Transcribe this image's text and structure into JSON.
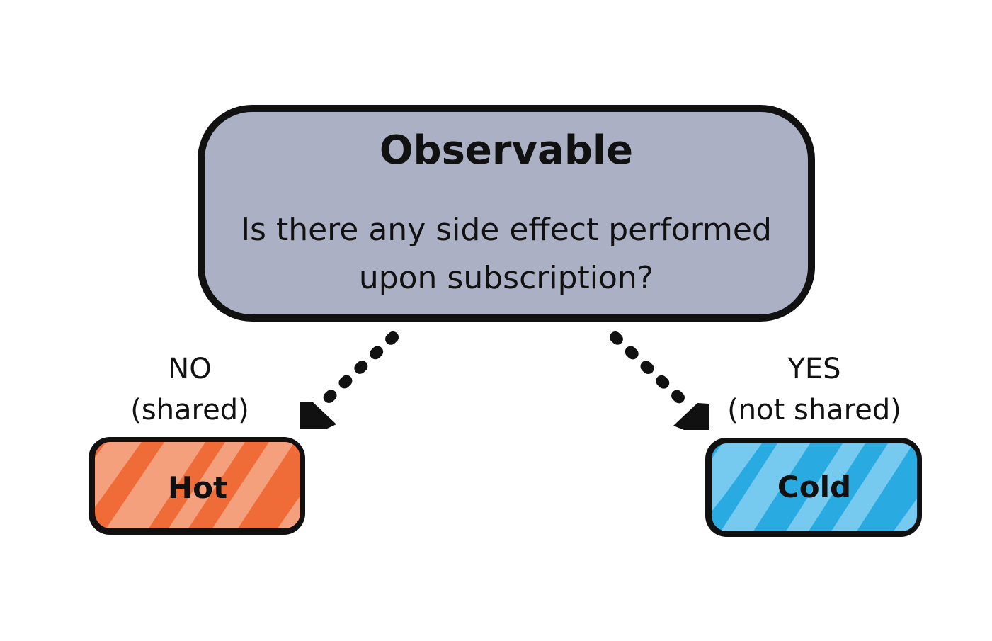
{
  "diagram": {
    "root": {
      "title": "Observable",
      "question_line1": "Is there any side effect performed",
      "question_line2": "upon subscription?",
      "fill": "#abb0c4"
    },
    "left_branch": {
      "answer": "NO",
      "detail": "(shared)",
      "node_label": "Hot",
      "fill": "#ef6c38",
      "stripe": "#f5a07c"
    },
    "right_branch": {
      "answer": "YES",
      "detail": "(not shared)",
      "node_label": "Cold",
      "fill": "#29abe2",
      "stripe": "#76c9ef"
    },
    "outline_color": "#111111"
  }
}
